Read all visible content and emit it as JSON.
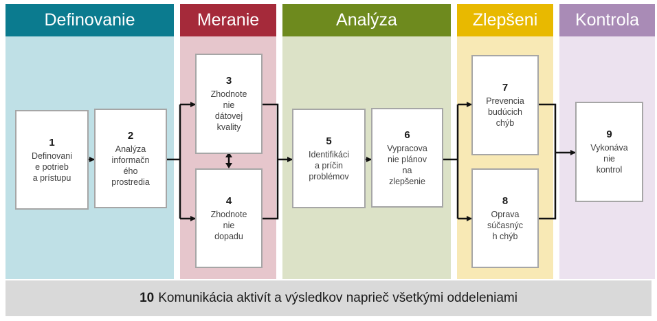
{
  "phases": [
    {
      "label": "Definovanie",
      "head_color": "#0b7b8f",
      "body_color": "#bfe0e6"
    },
    {
      "label": "Meranie",
      "head_color": "#a52a3a",
      "body_color": "#e6c6cc"
    },
    {
      "label": "Analýza",
      "head_color": "#6e8a1e",
      "body_color": "#dce2c7"
    },
    {
      "label": "Zlepšeni",
      "head_color": "#e8b900",
      "body_color": "#f8e9b5"
    },
    {
      "label": "Kontrola",
      "head_color": "#a98bb6",
      "body_color": "#ece2ef"
    }
  ],
  "steps": [
    {
      "num": "1",
      "text": "Definovani\ne potrieb\na prístupu"
    },
    {
      "num": "2",
      "text": "Analýza\ninformačn\ného\nprostredia"
    },
    {
      "num": "3",
      "text": "Zhodnote\nnie\ndátovej\nkvality"
    },
    {
      "num": "4",
      "text": "Zhodnote\nnie\ndopadu"
    },
    {
      "num": "5",
      "text": "Identifikáci\na príčin\nproblémov"
    },
    {
      "num": "6",
      "text": "Vypracova\nnie plánov\nna\nzlepšenie"
    },
    {
      "num": "7",
      "text": "Prevencia\nbudúcich\nchýb"
    },
    {
      "num": "8",
      "text": "Oprava\nsúčasnýc\nh chýb"
    },
    {
      "num": "9",
      "text": "Vykonáva\nnie\nkontrol"
    }
  ],
  "footer": {
    "num": "10",
    "text": "Komunikácia aktivít a výsledkov naprieč všetkými oddeleniami"
  }
}
